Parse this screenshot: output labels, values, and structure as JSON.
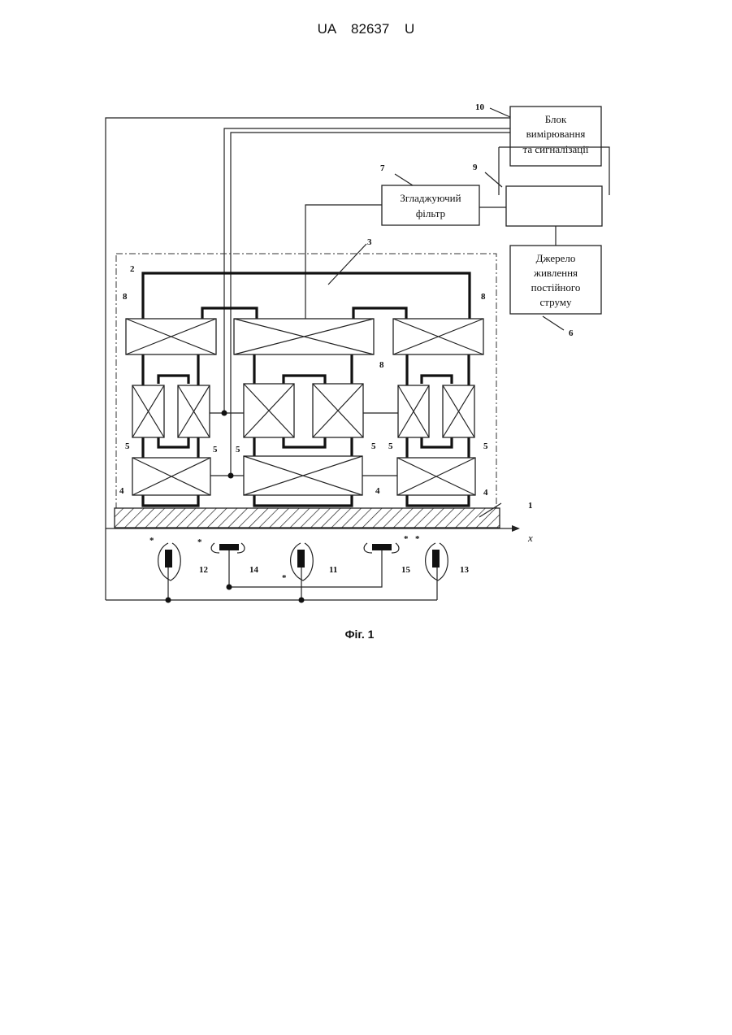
{
  "header": {
    "doc_id": "UA   82637   U"
  },
  "caption": "Фіг. 1",
  "blocks": {
    "measure": [
      "Блок",
      "вимірювання",
      "та сигналізації"
    ],
    "filter": [
      "Згладжуючий",
      "фільтр"
    ],
    "source": [
      "Джерело",
      "живлення",
      "постійного",
      "струму"
    ]
  },
  "axis_label": "x",
  "refs": {
    "r1": "1",
    "r2": "2",
    "r3": "3",
    "r4": "4",
    "r5": "5",
    "r6": "6",
    "r7": "7",
    "r8": "8",
    "r9": "9",
    "r10": "10",
    "r11": "11",
    "r12": "12",
    "r13": "13",
    "r14": "14",
    "r15": "15"
  },
  "marker": "*"
}
